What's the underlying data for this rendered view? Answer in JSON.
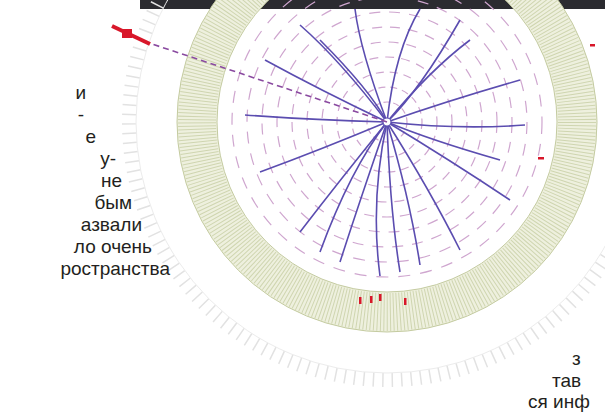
{
  "diagram": {
    "labels": [
      "и",
      "-",
      "е",
      "у-",
      "не",
      "бым",
      "азвали",
      "ло очень",
      "ространства",
      "з",
      "тав",
      "ся инф"
    ]
  }
}
